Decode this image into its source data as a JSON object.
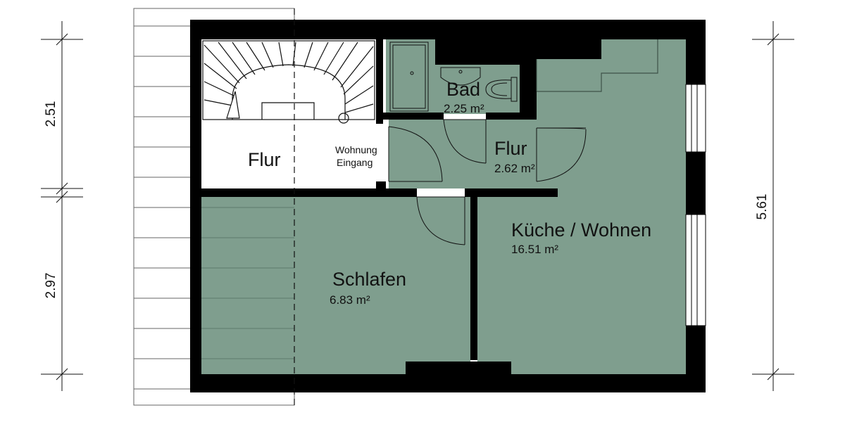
{
  "colors": {
    "room_fill": "#7f9e8e",
    "wall": "#000000",
    "line": "#111111",
    "background": "#ffffff"
  },
  "rooms": {
    "bad": {
      "name": "Bad",
      "area": "2.25 m²"
    },
    "flur_left": {
      "name": "Flur"
    },
    "flur_right": {
      "name": "Flur",
      "area": "2.62 m²"
    },
    "entrance": {
      "line1": "Wohnung",
      "line2": "Eingang"
    },
    "schlafen": {
      "name": "Schlafen",
      "area": "6.83 m²"
    },
    "kueche": {
      "name": "Küche / Wohnen",
      "area": "16.51 m²"
    }
  },
  "dimensions": {
    "left_top": "2.51",
    "left_bottom": "2.97",
    "right_total": "5.61"
  },
  "icons": {
    "staircase": "staircase-icon",
    "shower": "shower-icon",
    "sink": "sink-icon",
    "toilet": "toilet-icon"
  }
}
